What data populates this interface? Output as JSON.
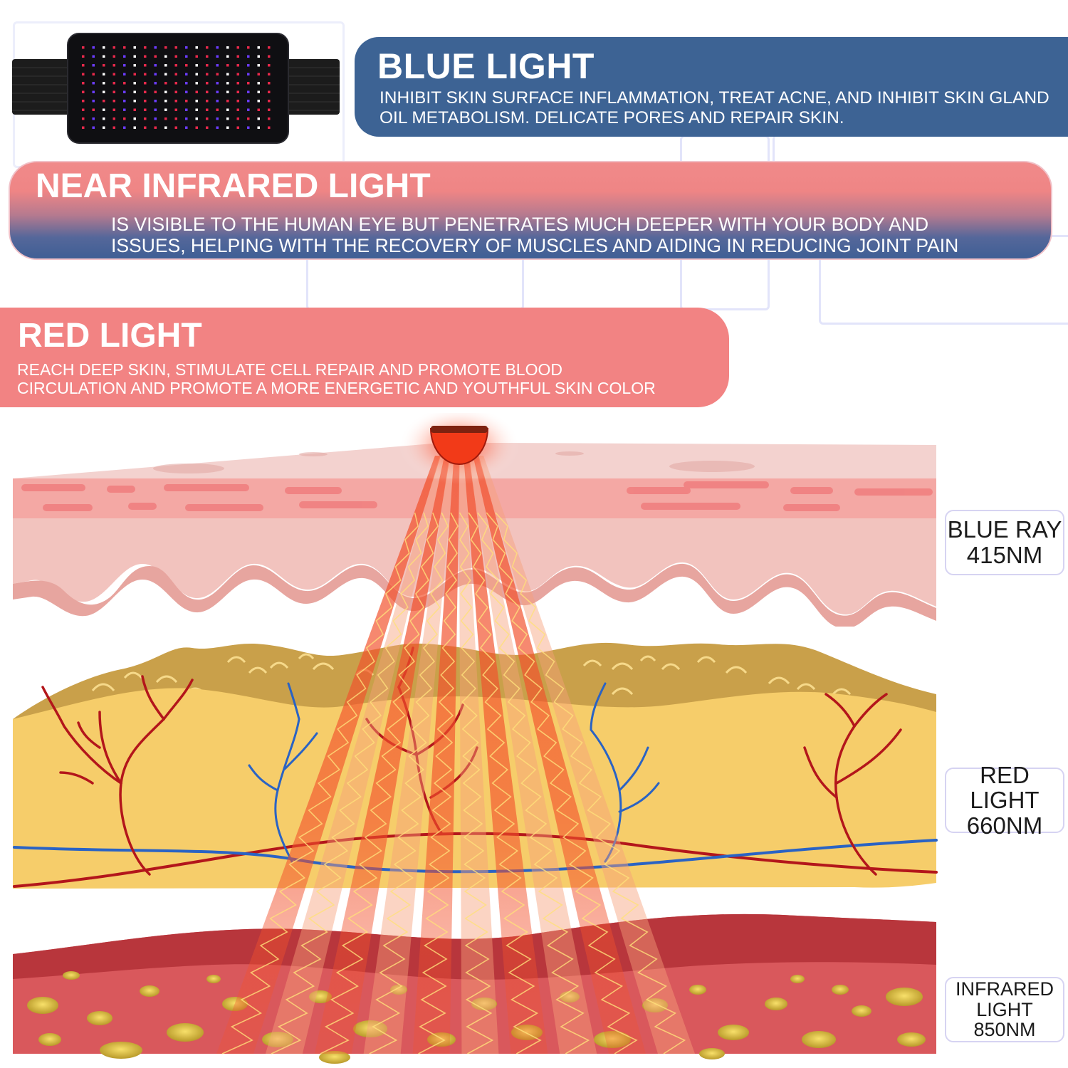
{
  "banners": {
    "blue": {
      "title": "BLUE LIGHT",
      "description": "INHIBIT SKIN SURFACE INFLAMMATION, TREAT ACNE, AND INHIBIT SKIN GLAND OIL METABOLISM. DELICATE PORES AND REPAIR SKIN."
    },
    "near_infrared": {
      "title": "NEAR INFRARED LIGHT",
      "description_line1": "IS VISIBLE TO THE HUMAN EYE BUT PENETRATES MUCH DEEPER WITH YOUR BODY AND",
      "description_line2": "ISSUES, HELPING WITH THE RECOVERY OF MUSCLES AND AIDING IN REDUCING JOINT PAIN"
    },
    "red": {
      "title": "RED LIGHT",
      "description_line1": "REACH DEEP SKIN, STIMULATE CELL REPAIR AND PROMOTE BLOOD",
      "description_line2": "CIRCULATION AND PROMOTE A MORE ENERGETIC AND YOUTHFUL SKIN COLOR"
    }
  },
  "wavelength_labels": {
    "blue_ray": {
      "line1": "BLUE RAY",
      "line2": "415NM"
    },
    "red_light": {
      "line1": "RED LIGHT",
      "line2": "660NM"
    },
    "infrared": {
      "line1": "INFRARED",
      "line2": "LIGHT",
      "line3": "850NM"
    }
  },
  "device": {
    "icon": "led-light-belt-icon",
    "led_colors": [
      "#e8294b",
      "#6b3cff",
      "#ffffff"
    ]
  },
  "colors": {
    "blue_banner": "#3d6394",
    "red_banner": "#f28383",
    "light_beam": "#f2512c",
    "artery": "#b3161b",
    "vein": "#2a63c4",
    "fat_layer": "#f6cd6a",
    "muscle_layer": "#d9585c"
  }
}
